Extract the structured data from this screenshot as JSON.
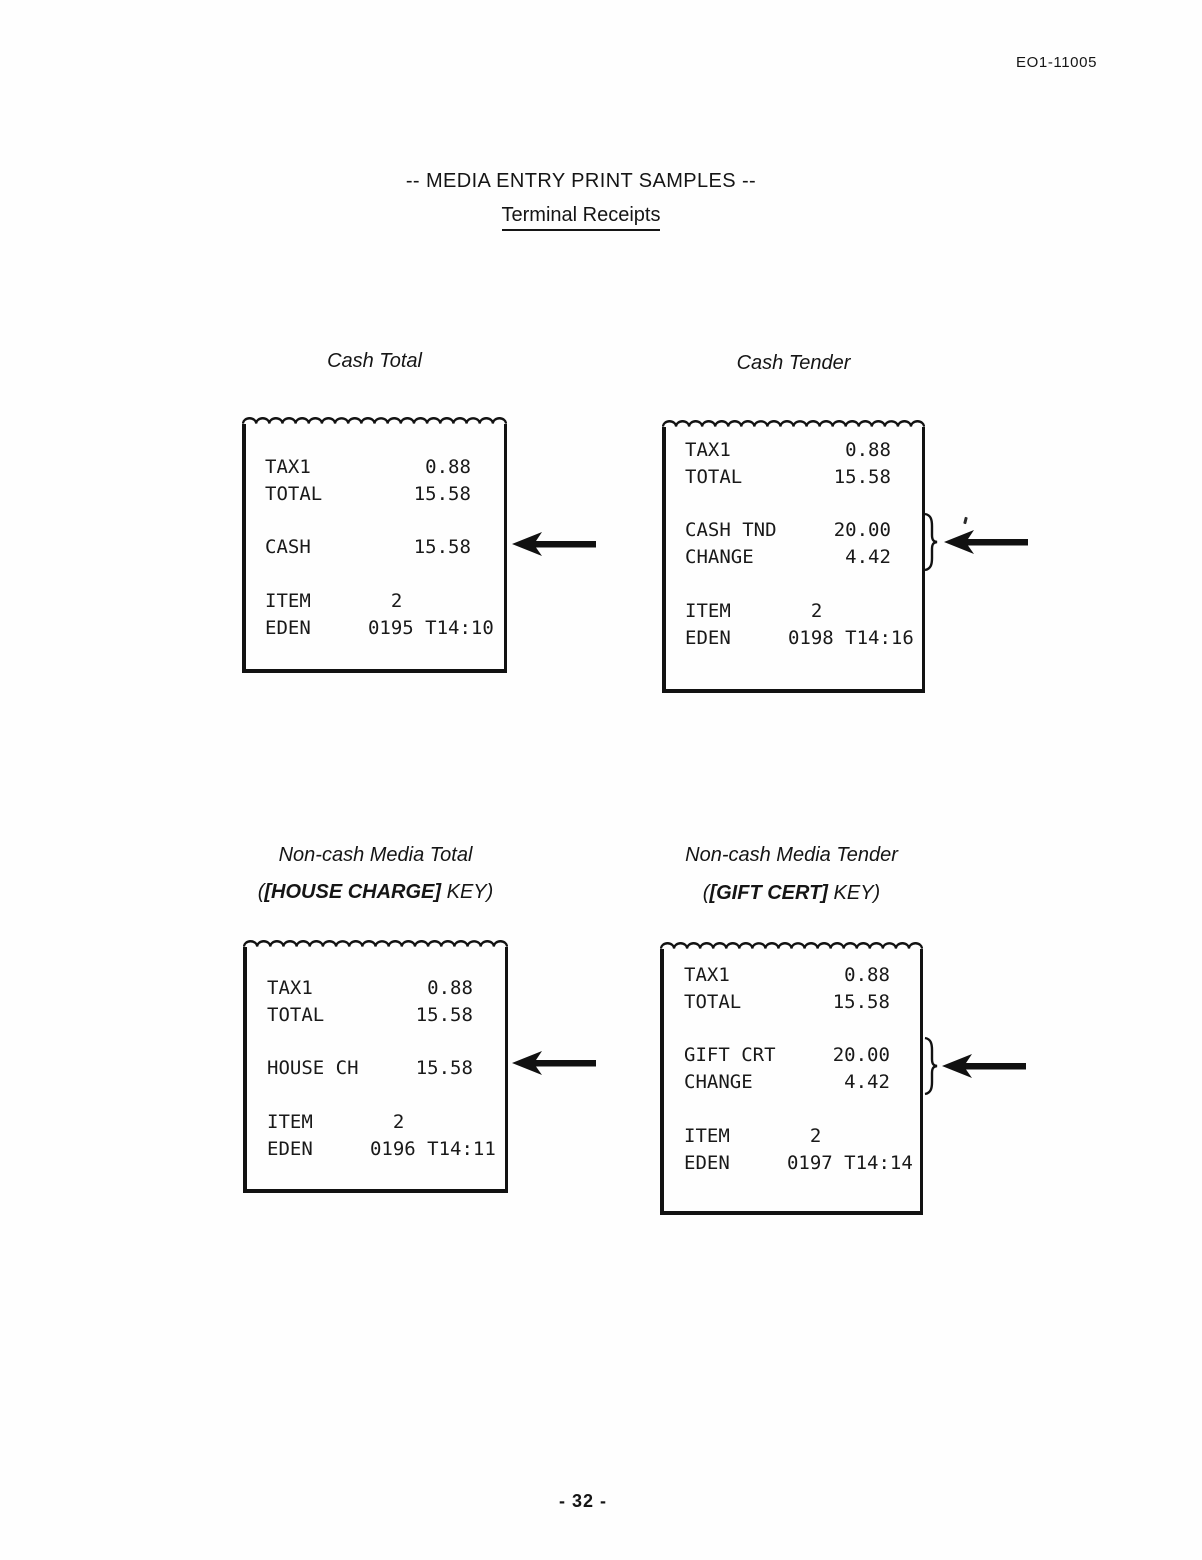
{
  "page": {
    "doc_code": "EO1-11005",
    "title": "-- MEDIA ENTRY PRINT SAMPLES --",
    "subtitle": "Terminal Receipts",
    "page_number": "- 32 -"
  },
  "receipts": [
    {
      "caption": "Cash Total",
      "pointer": "left-arrow",
      "lines": [
        "TAX1          0.88",
        "TOTAL        15.58",
        "",
        "CASH         15.58",
        "",
        "ITEM       2",
        "EDEN     0195 T14:10"
      ]
    },
    {
      "caption": "Cash Tender",
      "pointer": "brace-and-left-arrow",
      "lines": [
        "TAX1          0.88",
        "TOTAL        15.58",
        "",
        "CASH TND     20.00",
        "CHANGE        4.42",
        "",
        "ITEM       2",
        "EDEN     0198 T14:16"
      ]
    },
    {
      "caption": "Non-cash Media Total",
      "key": {
        "pre": "(",
        "bold": "[HOUSE CHARGE]",
        "post": " KEY)"
      },
      "pointer": "left-arrow",
      "lines": [
        "TAX1          0.88",
        "TOTAL        15.58",
        "",
        "HOUSE CH     15.58",
        "",
        "ITEM       2",
        "EDEN     0196 T14:11"
      ]
    },
    {
      "caption": "Non-cash Media Tender",
      "key": {
        "pre": "(",
        "bold": "[GIFT CERT]",
        "post": " KEY)"
      },
      "pointer": "brace-and-left-arrow",
      "lines": [
        "TAX1          0.88",
        "TOTAL        15.58",
        "",
        "GIFT CRT     20.00",
        "CHANGE        4.42",
        "",
        "ITEM       2",
        "EDEN     0197 T14:14"
      ]
    }
  ]
}
